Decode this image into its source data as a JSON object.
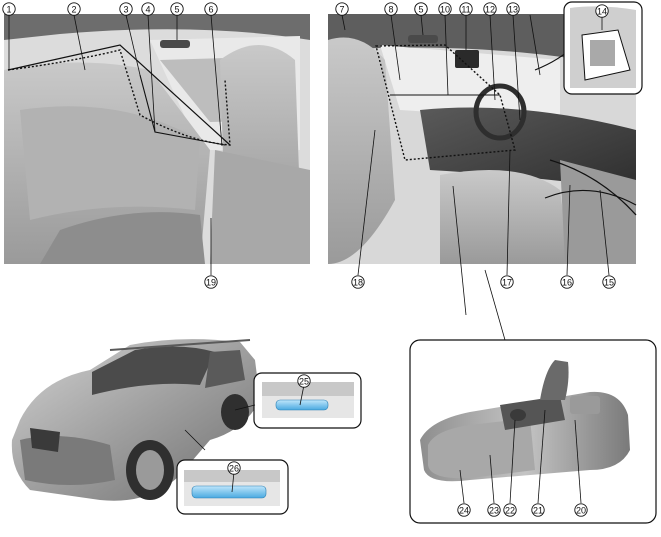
{
  "figure": {
    "callouts": [
      "1",
      "2",
      "3",
      "4",
      "5",
      "6",
      "7",
      "8",
      "9",
      "10",
      "11",
      "12",
      "13",
      "14",
      "15",
      "16",
      "17",
      "18",
      "19",
      "20",
      "21",
      "22",
      "23",
      "24",
      "25",
      "26"
    ]
  }
}
